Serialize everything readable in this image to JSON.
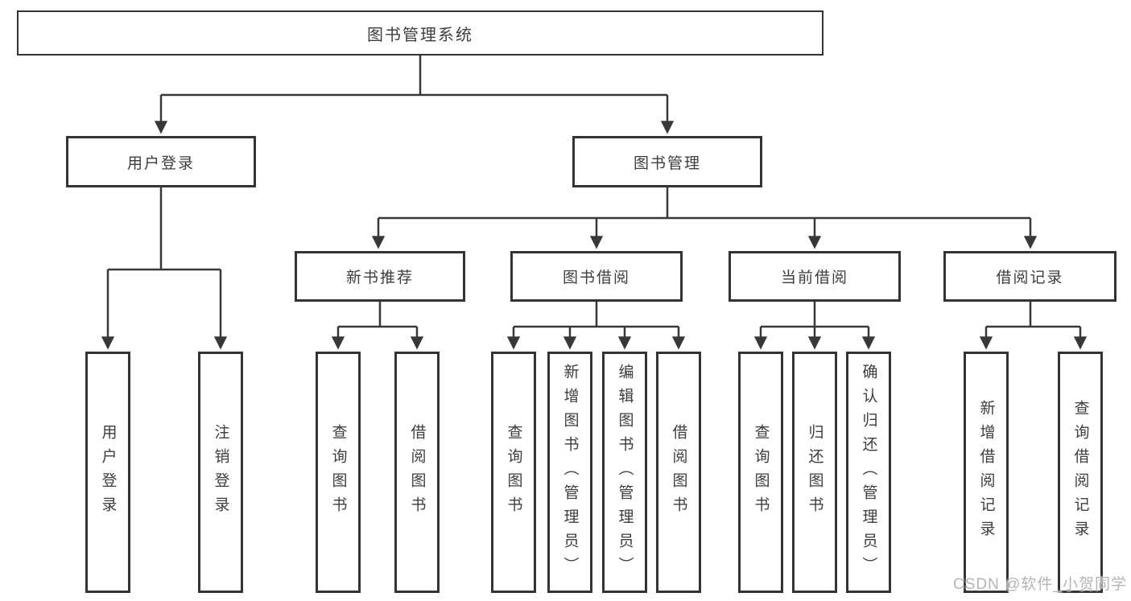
{
  "diagram": {
    "watermark": "CSDN @软件_小贺同学",
    "colors": {
      "background": "#ffffff",
      "line": "#383838",
      "box_border": "#333333",
      "text": "#3d3d3d",
      "watermark_text": "#b4b4b4"
    },
    "tree": {
      "label": "图书管理系统",
      "children": [
        {
          "label": "用户登录",
          "children": [
            {
              "label": "用户登录"
            },
            {
              "label": "注销登录"
            }
          ]
        },
        {
          "label": "图书管理",
          "children": [
            {
              "label": "新书推荐",
              "children": [
                {
                  "label": "查询图书"
                },
                {
                  "label": "借阅图书"
                }
              ]
            },
            {
              "label": "图书借阅",
              "children": [
                {
                  "label": "查询图书"
                },
                {
                  "label": "新增图书（管理员）"
                },
                {
                  "label": "编辑图书（管理员）"
                },
                {
                  "label": "借阅图书"
                }
              ]
            },
            {
              "label": "当前借阅",
              "children": [
                {
                  "label": "查询图书"
                },
                {
                  "label": "归还图书"
                },
                {
                  "label": "确认归还（管理员）"
                }
              ]
            },
            {
              "label": "借阅记录",
              "children": [
                {
                  "label": "新增借阅记录"
                },
                {
                  "label": "查询借阅记录"
                }
              ]
            }
          ]
        }
      ]
    }
  }
}
